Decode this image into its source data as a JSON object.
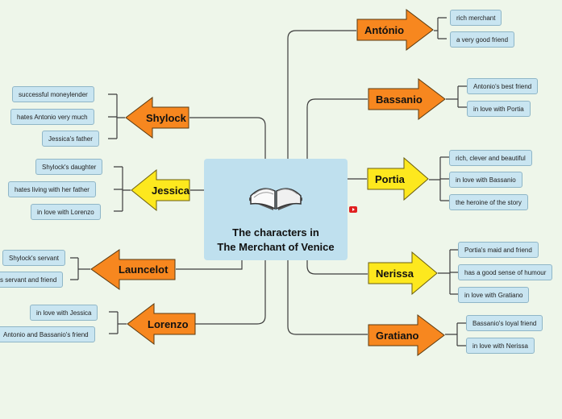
{
  "center": {
    "title_line1": "The characters in",
    "title_line2": "The Merchant of Venice",
    "icon": "open-book-icon",
    "color": "#bfe0ee"
  },
  "colors": {
    "orange": "#f7871f",
    "yellow": "#fde81e",
    "leaf": "#c9e5f1",
    "line": "#3d3d3d"
  },
  "characters": {
    "antonio": {
      "name": "António",
      "notes": [
        "rich merchant",
        "a very good friend"
      ]
    },
    "bassanio": {
      "name": "Bassanio",
      "notes": [
        "Antonio's best friend",
        "in love with Portia"
      ]
    },
    "portia": {
      "name": "Portia",
      "notes": [
        "rich, clever and beautiful",
        "in love with Bassanio",
        "the heroine of the story"
      ]
    },
    "nerissa": {
      "name": "Nerissa",
      "notes": [
        "Portia's maid and friend",
        "has a good sense of humour",
        "in love with Gratiano"
      ]
    },
    "gratiano": {
      "name": "Gratiano",
      "notes": [
        "Bassanio's loyal friend",
        "in love with Nerissa"
      ]
    },
    "shylock": {
      "name": "Shylock",
      "notes": [
        "successful moneylender",
        "hates Antonio very much",
        "Jessica's father"
      ]
    },
    "jessica": {
      "name": "Jessica",
      "notes": [
        "Shylock's daughter",
        "hates living with her father",
        "in love with Lorenzo"
      ]
    },
    "launcelot": {
      "name": "Launcelot",
      "notes": [
        "Shylock's servant",
        "s servant and friend"
      ]
    },
    "lorenzo": {
      "name": "Lorenzo",
      "notes": [
        "in love with Jessica",
        "Antonio and Bassanio's friend"
      ]
    }
  }
}
